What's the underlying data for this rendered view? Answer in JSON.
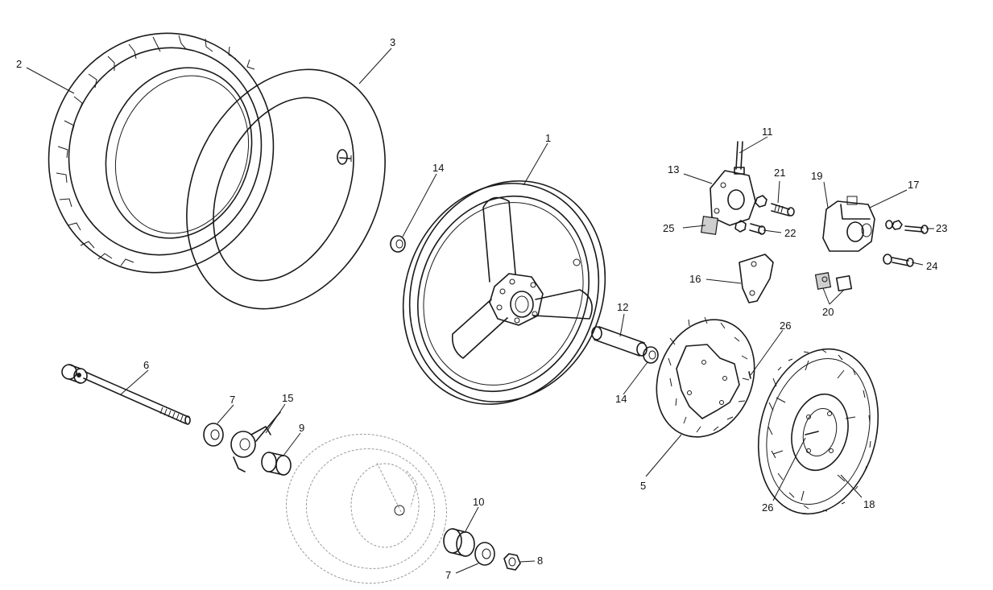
{
  "callouts": [
    {
      "id": "c1",
      "label": "1"
    },
    {
      "id": "c2",
      "label": "2"
    },
    {
      "id": "c3",
      "label": "3"
    },
    {
      "id": "c5",
      "label": "5"
    },
    {
      "id": "c6",
      "label": "6"
    },
    {
      "id": "c7a",
      "label": "7"
    },
    {
      "id": "c7b",
      "label": "7"
    },
    {
      "id": "c8",
      "label": "8"
    },
    {
      "id": "c9",
      "label": "9"
    },
    {
      "id": "c10",
      "label": "10"
    },
    {
      "id": "c11",
      "label": "11"
    },
    {
      "id": "c12",
      "label": "12"
    },
    {
      "id": "c13",
      "label": "13"
    },
    {
      "id": "c14a",
      "label": "14"
    },
    {
      "id": "c14b",
      "label": "14"
    },
    {
      "id": "c15",
      "label": "15"
    },
    {
      "id": "c16",
      "label": "16"
    },
    {
      "id": "c17",
      "label": "17"
    },
    {
      "id": "c18",
      "label": "18"
    },
    {
      "id": "c19",
      "label": "19"
    },
    {
      "id": "c20",
      "label": "20"
    },
    {
      "id": "c21",
      "label": "21"
    },
    {
      "id": "c22",
      "label": "22"
    },
    {
      "id": "c23",
      "label": "23"
    },
    {
      "id": "c24",
      "label": "24"
    },
    {
      "id": "c25",
      "label": "25"
    },
    {
      "id": "c26a",
      "label": "26"
    },
    {
      "id": "c26b",
      "label": "26"
    }
  ],
  "colors": {
    "line": "#1a1a1a",
    "background": "#ffffff",
    "ghost": "#9a9a9a"
  }
}
